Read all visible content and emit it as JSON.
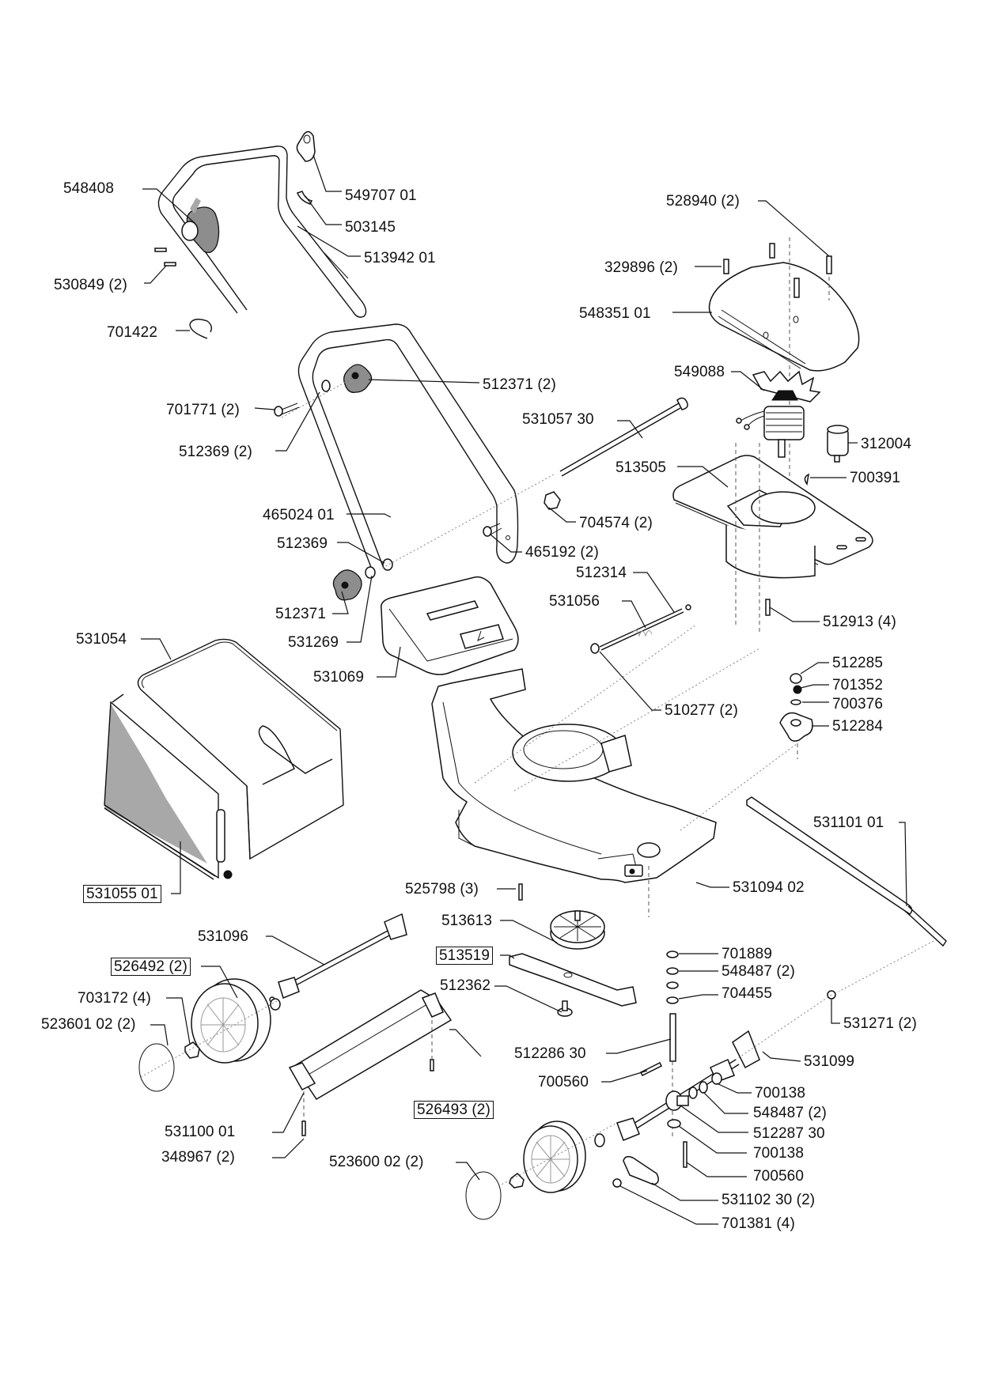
{
  "document": {
    "type": "exploded parts diagram",
    "subject": "electric rotary lawn mower"
  },
  "labels": {
    "l548408": "548408",
    "l549707_01": "549707 01",
    "l503145": "503145",
    "l513942_01": "513942 01",
    "l530849": "530849 (2)",
    "l701422": "701422",
    "l528940": "528940 (2)",
    "l329896": "329896 (2)",
    "l548351_01": "548351 01",
    "l549088": "549088",
    "l512371_2": "512371 (2)",
    "l701771": "701771 (2)",
    "l531057_30": "531057 30",
    "l312004": "312004",
    "l512369_2": "512369 (2)",
    "l513505": "513505",
    "l700391": "700391",
    "l465024_01": "465024 01",
    "l704574": "704574 (2)",
    "l512369": "512369",
    "l465192": "465192 (2)",
    "l512314": "512314",
    "l531056": "531056",
    "l512371": "512371",
    "l531269": "531269",
    "l512913": "512913 (4)",
    "l531054": "531054",
    "l531069": "531069",
    "l512285": "512285",
    "l701352": "701352",
    "l510277": "510277 (2)",
    "l700376": "700376",
    "l512284": "512284",
    "l531101_01": "531101 01",
    "l531055_01": "531055 01",
    "l525798": "525798 (3)",
    "l531094_02": "531094 02",
    "l513613": "513613",
    "l531096": "531096",
    "l701889": "701889",
    "l513519": "513519",
    "l526492": "526492 (2)",
    "l548487_a": "548487 (2)",
    "l512362": "512362",
    "l704455": "704455",
    "l703172": "703172 (4)",
    "l531271": "531271 (2)",
    "l523601_02": "523601 02 (2)",
    "l512286_30": "512286 30",
    "l531099": "531099",
    "l700560_a": "700560",
    "l700138_a": "700138",
    "l531100_01": "531100 01",
    "l526493": "526493 (2)",
    "l548487_b": "548487 (2)",
    "l512287_30": "512287 30",
    "l348967": "348967 (2)",
    "l523600_02": "523600 02 (2)",
    "l700138_b": "700138",
    "l700560_b": "700560",
    "l531102_30": "531102 30 (2)",
    "l701381": "701381 (4)"
  }
}
